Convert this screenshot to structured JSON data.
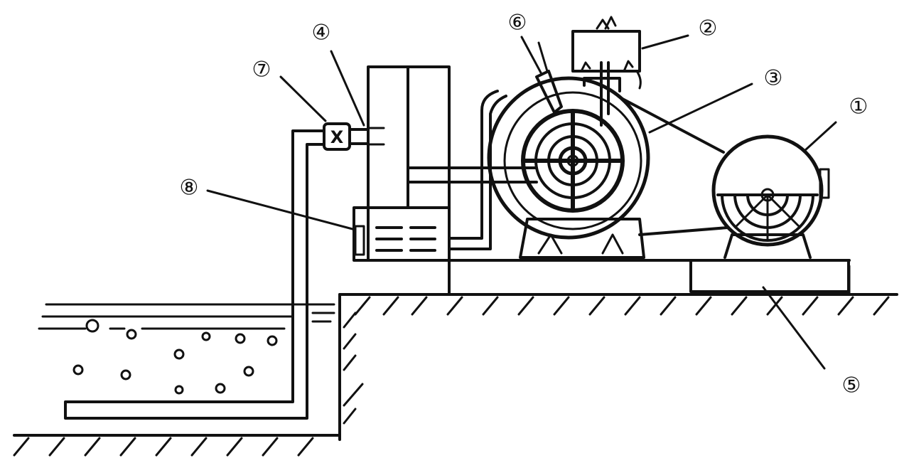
{
  "labels": {
    "motor": "①",
    "tank": "②",
    "pump": "③",
    "separator": "④",
    "base": "⑤",
    "gauge": "⑥",
    "valve": "⑦",
    "water_level": "⑧"
  },
  "valve_mark": "X"
}
